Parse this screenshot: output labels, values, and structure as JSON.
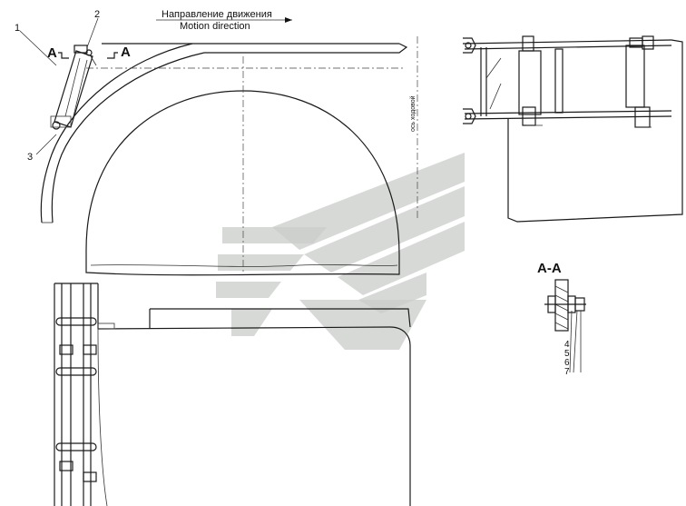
{
  "direction": {
    "ru": "Направление движения",
    "en": "Motion direction"
  },
  "section_marks": {
    "left": "A",
    "right": "A",
    "section_title": "A-A"
  },
  "callouts": [
    "1",
    "2",
    "3",
    "4",
    "5",
    "6",
    "7"
  ],
  "axis_label": "ось ходовой"
}
